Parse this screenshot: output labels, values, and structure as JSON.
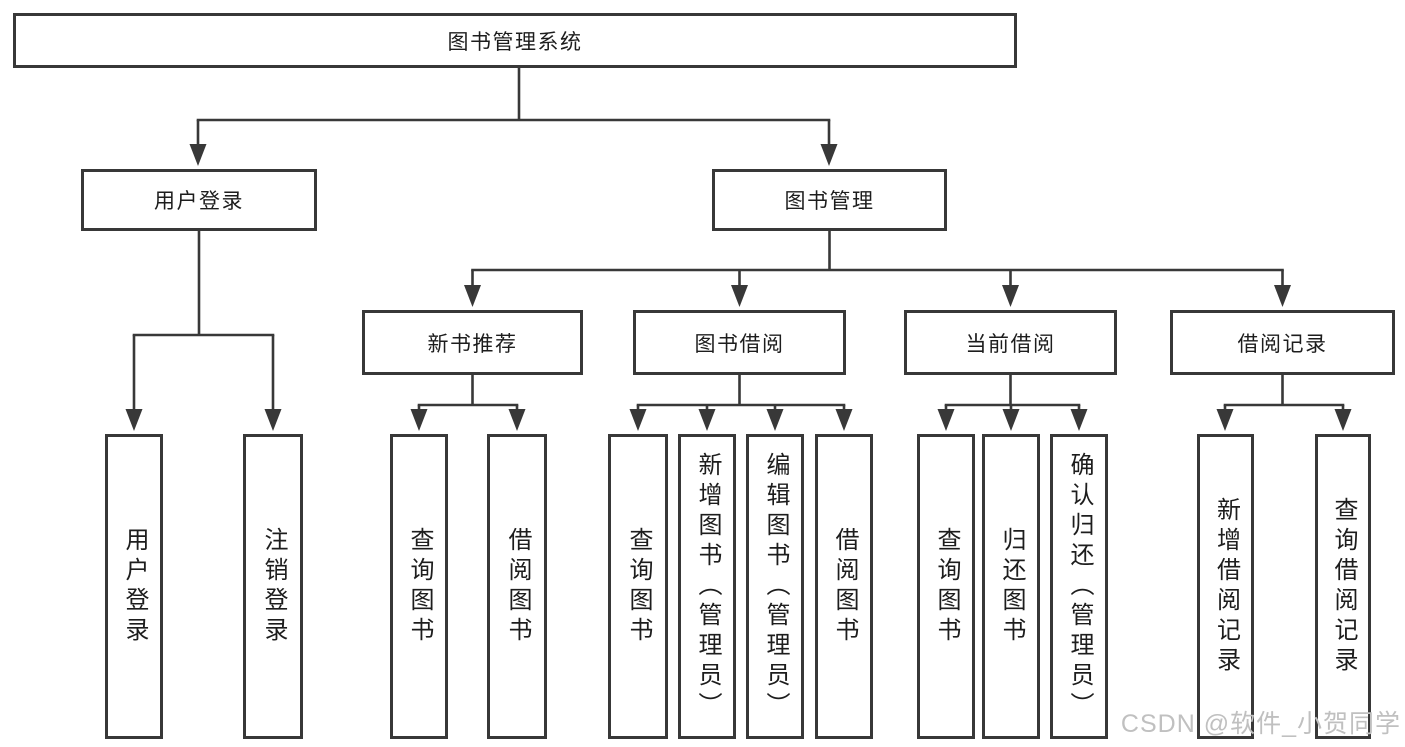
{
  "diagram": {
    "root": "图书管理系统",
    "l2": {
      "user_login": "用户登录",
      "book_mgmt": "图书管理"
    },
    "l3": {
      "new_books": "新书推荐",
      "borrow": "图书借阅",
      "current": "当前借阅",
      "records": "借阅记录"
    },
    "leaves": {
      "user_login": "用户登录",
      "logout": "注销登录",
      "nb_query": "查询图书",
      "nb_borrow": "借阅图书",
      "bw_query": "查询图书",
      "bw_add": "新增图书（管理员）",
      "bw_edit": "编辑图书（管理员）",
      "bw_borrow": "借阅图书",
      "cur_query": "查询图书",
      "cur_return": "归还图书",
      "cur_confirm": "确认归还（管理员）",
      "rec_add": "新增借阅记录",
      "rec_query": "查询借阅记录"
    }
  },
  "colors": {
    "line": "#383838",
    "text": "#1d1d1d",
    "watermark": "#c0c0c0",
    "background": "#ffffff"
  },
  "watermark": "CSDN @软件_小贺同学"
}
